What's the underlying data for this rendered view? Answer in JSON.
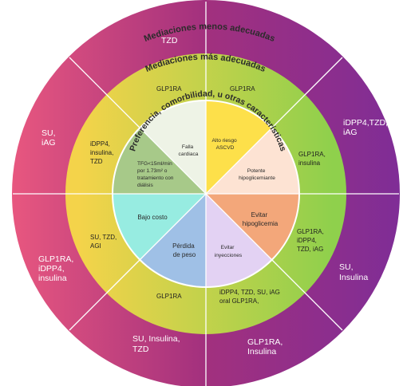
{
  "rings": {
    "outer_title": "Mediaciones menos adecuadas",
    "middle_title": "Mediaciones más adecuadas",
    "center_title": "Preferencia, comorbilidad, u otras características"
  },
  "outer": {
    "top": "TZD",
    "upper_right": [
      "iDPP4,TZD,",
      "iAG"
    ],
    "lower_right": [
      "SU,",
      "Insulina"
    ],
    "bottom_right": [
      "GLP1RA,",
      "Insulina"
    ],
    "bottom_left": [
      "SU, Insulina,",
      "TZD"
    ],
    "lower_left": [
      "GLP1RA,",
      "iDPP4,",
      "insulina"
    ],
    "upper_left": [
      "SU,",
      "iAG"
    ]
  },
  "middle": {
    "top_left": "GLP1RA",
    "top_right": "GLP1RA",
    "right_upper": [
      "GLP1RA,",
      "insulina"
    ],
    "right_lower": [
      "GLP1RA,",
      "iDPP4,",
      "TZD, iAG"
    ],
    "bottom_right": [
      "iDPP4, TZD, SU, iAG",
      "oral GLP1RA,"
    ],
    "bottom_left": "GLP1RA",
    "left_lower": [
      "SU, TZD,",
      "AGI"
    ],
    "left_upper": [
      "iDPP4,",
      "insulina,",
      "TZD"
    ]
  },
  "inner": {
    "falla_cardiaca": [
      "Falla",
      "cardiaca"
    ],
    "alto_riesgo": [
      "Alto riesgo",
      "ASCVD"
    ],
    "potente_hipo": [
      "Potente",
      "hipoglicemiante"
    ],
    "evitar_hipo": [
      "Evitar",
      "hipoglicemia"
    ],
    "evitar_iny": [
      "Evitar",
      "inyecciones"
    ],
    "perdida_peso": [
      "Pérdida",
      "de peso"
    ],
    "bajo_costo": "Bajo costo",
    "tfg": [
      "TFG<15ml/min",
      "por 1.73m² o",
      "tratamiento con",
      "diálisis"
    ]
  },
  "colors": {
    "outer_left": "#e8577f",
    "outer_mid": "#a2307e",
    "outer_right": "#7f2d96",
    "middle_left": "#f4d34a",
    "middle_right": "#8fd04c",
    "sector_falla": "#eef3e6",
    "sector_alto": "#fde04a",
    "sector_potente": "#fde3d3",
    "sector_evitar_hipo": "#f3a77a",
    "sector_evitar_iny": "#e3d2f3",
    "sector_perdida": "#9fc0e6",
    "sector_bajo": "#97ece1",
    "sector_tfg": "#a7c989"
  }
}
